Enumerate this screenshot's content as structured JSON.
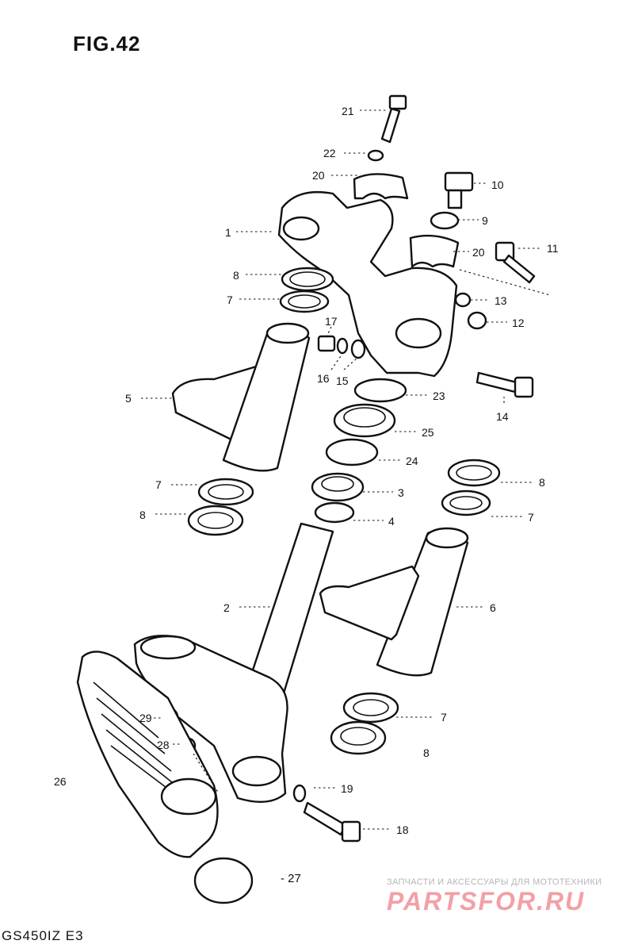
{
  "figure": {
    "title": "FIG.42",
    "model_code": "GS450IZ  E3",
    "page_number": "- 27"
  },
  "watermark": {
    "caption": "ЗАПЧАСТИ И АКСЕССУАРЫ ДЛЯ МОТОТЕХНИКИ",
    "brand": "PARTSFOR.RU",
    "color": "#f2a0a6"
  },
  "callouts": [
    "21",
    "22",
    "20",
    "10",
    "9",
    "1",
    "20",
    "11",
    "8",
    "7",
    "13",
    "12",
    "17",
    "16",
    "15",
    "23",
    "14",
    "5",
    "25",
    "24",
    "3",
    "4",
    "7",
    "8",
    "8",
    "7",
    "2",
    "6",
    "29",
    "28",
    "7",
    "8",
    "26",
    "19",
    "18"
  ]
}
